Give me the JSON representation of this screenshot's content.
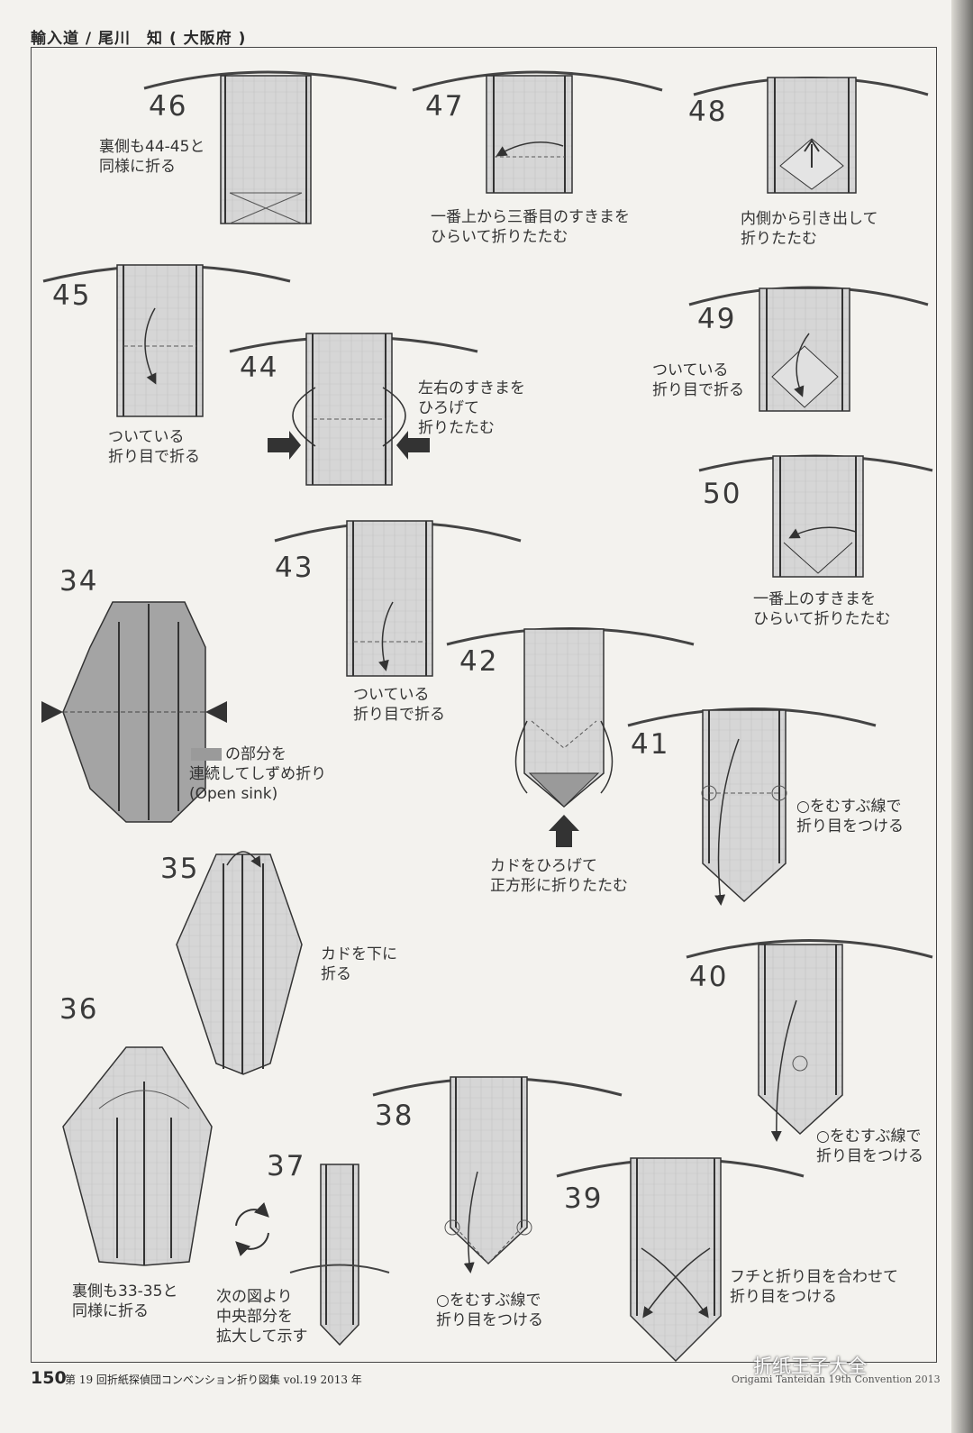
{
  "header": "輸入道 / 尾川　知 ( 大阪府 )",
  "footer": {
    "page_number": "150",
    "publication": "第 19 回折紙探偵団コンベンション折り図集 vol.19 2013 年",
    "right_text": "Origami Tanteidan 19th Convention 2013",
    "watermark": "折纸王子大全"
  },
  "colors": {
    "paper": "#dcdcdc",
    "line": "#3a3a3a",
    "shaded": "#9a9a9a",
    "background": "#f3f2ee"
  },
  "steps": [
    {
      "number": "46",
      "text": "裏側も44-45と\n同様に折る"
    },
    {
      "number": "47",
      "text": "一番上から三番目のすきまを\nひらいて折りたたむ"
    },
    {
      "number": "48",
      "text": "内側から引き出して\n折りたたむ"
    },
    {
      "number": "45",
      "text": "ついている\n折り目で折る"
    },
    {
      "number": "44",
      "text": "左右のすきまを\nひろげて\n折りたたむ"
    },
    {
      "number": "49",
      "text": "ついている\n折り目で折る"
    },
    {
      "number": "50",
      "text": "一番上のすきまを\nひらいて折りたたむ"
    },
    {
      "number": "43",
      "text": "ついている\n折り目で折る"
    },
    {
      "number": "34",
      "text": "の部分を\n連続してしずめ折り\n(Open sink)"
    },
    {
      "number": "42",
      "text": "カドをひろげて\n正方形に折りたたむ"
    },
    {
      "number": "41",
      "text": "○をむすぶ線で\n折り目をつける"
    },
    {
      "number": "35",
      "text": "カドを下に\n折る"
    },
    {
      "number": "36",
      "text": "裏側も33-35と\n同様に折る"
    },
    {
      "number": "40",
      "text": "○をむすぶ線で\n折り目をつける"
    },
    {
      "number": "38",
      "text": "○をむすぶ線で\n折り目をつける"
    },
    {
      "number": "37",
      "text": "次の図より\n中央部分を\n拡大して示す"
    },
    {
      "number": "39",
      "text": "フチと折り目を合わせて\n折り目をつける"
    }
  ]
}
